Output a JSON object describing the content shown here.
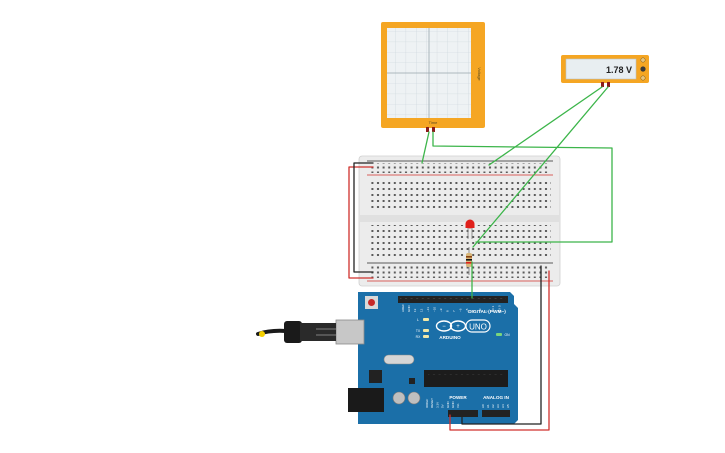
{
  "oscilloscope": {
    "x_label": "Time",
    "y_label": "Voltage"
  },
  "multimeter": {
    "reading": "1.78 V"
  },
  "arduino": {
    "brand": "ARDUINO",
    "model": "UNO",
    "digital_label": "DIGITAL (PWM~)",
    "power_label": "POWER",
    "analog_label": "ANALOG IN",
    "on_label": "ON",
    "led_labels": [
      "L",
      "TX",
      "RX"
    ],
    "aref_label": "AREF",
    "gnd_label": "GND",
    "digital_pins": [
      "13",
      "12",
      "~11",
      "~10",
      "~9",
      "8",
      "7",
      "~6",
      "~5",
      "4",
      "~3",
      "2",
      "TX 1",
      "RX 0"
    ],
    "power_pins": [
      "IOREF",
      "RESET",
      "3.3V",
      "5V",
      "GND",
      "GND",
      "Vin"
    ],
    "analog_pins": [
      "A0",
      "A1",
      "A2",
      "A3",
      "A4",
      "A5"
    ]
  },
  "colors": {
    "instrument_frame": "#f5a623",
    "wire_green": "#3cb54a",
    "wire_red": "#d0312d",
    "wire_black": "#222222",
    "board_blue": "#1b6fa8",
    "led_red": "#e0201b"
  },
  "icons": [
    "usb-cable-icon",
    "led-icon",
    "resistor-icon"
  ]
}
